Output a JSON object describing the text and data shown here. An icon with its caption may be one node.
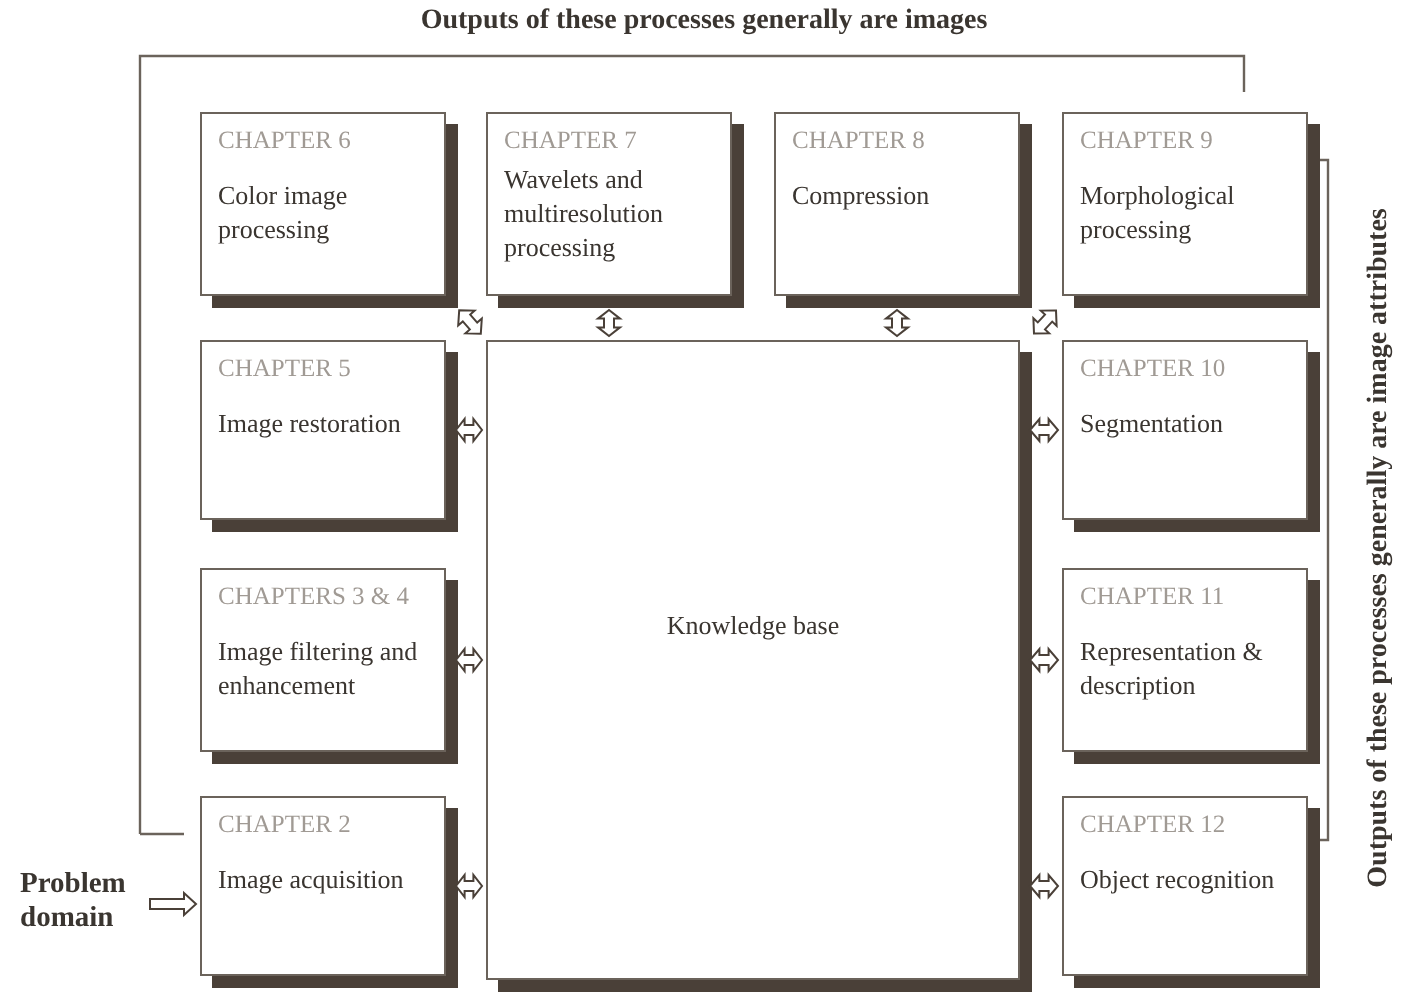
{
  "diagram": {
    "nodes": [
      {
        "text": [
          "CHAPTER 6",
          "Color image processing"
        ]
      },
      {
        "text": [
          "CHAPTER 7",
          "Wavelets and multiresolution processing"
        ]
      },
      {
        "text": [
          "CHAPTER 8",
          "Compression"
        ]
      },
      {
        "text": [
          "CHAPTER 9",
          "Morphological processing"
        ]
      },
      {
        "text": [
          "CHAPTER 5",
          "Image restoration"
        ]
      },
      {
        "text": [
          "Knowledge base"
        ]
      },
      {
        "text": [
          "CHAPTER 10",
          "Segmentation"
        ]
      },
      {
        "text": [
          "CHAPTERS 3 & 4",
          "Image filtering and enhancement"
        ]
      },
      {
        "text": [
          "CHAPTER 11",
          "Representation & description"
        ]
      },
      {
        "text": [
          "Problem domain"
        ]
      },
      {
        "text": [
          "CHAPTER 2",
          "Image acquisition"
        ]
      },
      {
        "text": [
          "CHAPTER 12",
          "Object recognition"
        ]
      }
    ],
    "edges": [
      {
        "from": 0,
        "to": 5,
        "arrow": "both"
      },
      {
        "from": 1,
        "to": 5,
        "arrow": "both"
      },
      {
        "from": 2,
        "to": 5,
        "arrow": "both"
      },
      {
        "from": 3,
        "to": 5,
        "arrow": "both"
      },
      {
        "from": 4,
        "to": 5,
        "arrow": "both"
      },
      {
        "from": 5,
        "to": 6,
        "arrow": "both"
      },
      {
        "from": 7,
        "to": 5,
        "arrow": "both"
      },
      {
        "from": 5,
        "to": 8,
        "arrow": "both"
      },
      {
        "from": 9,
        "to": 10,
        "arrow": "to"
      },
      {
        "from": 10,
        "to": 5,
        "arrow": "both"
      },
      {
        "from": 5,
        "to": 11,
        "arrow": "both"
      }
    ],
    "labels": [
      "Outputs of these processes generally are images",
      "Outputs of these processes generally are image attributes"
    ]
  }
}
